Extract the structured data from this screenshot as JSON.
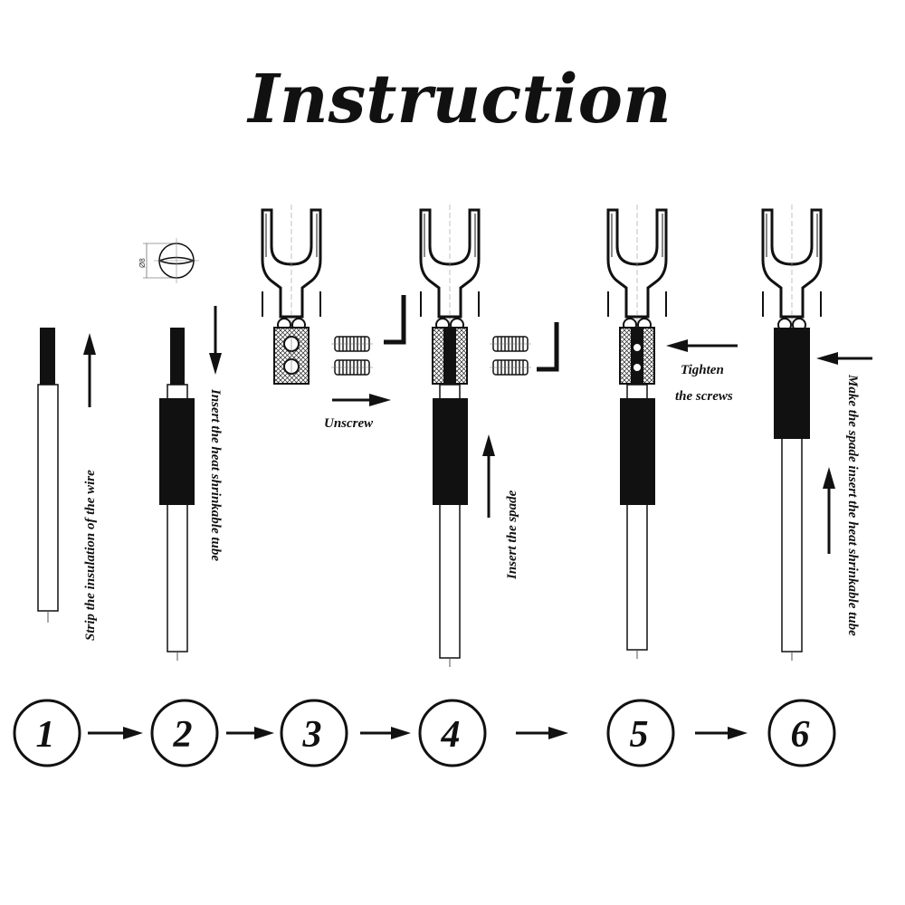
{
  "title": "Instruction",
  "dimension_label": "Ø8",
  "labels": {
    "step1": "Strip the insulation of the wire",
    "step2": "Insert the heat shrinkable tube",
    "step3": "Unscrew",
    "step4": "Insert the spade",
    "step5_line1": "Tighten",
    "step5_line2": "the screws",
    "step6": "Make the spade insert the heat shrinkable tube"
  },
  "steps": [
    "1",
    "2",
    "3",
    "4",
    "5",
    "6"
  ]
}
